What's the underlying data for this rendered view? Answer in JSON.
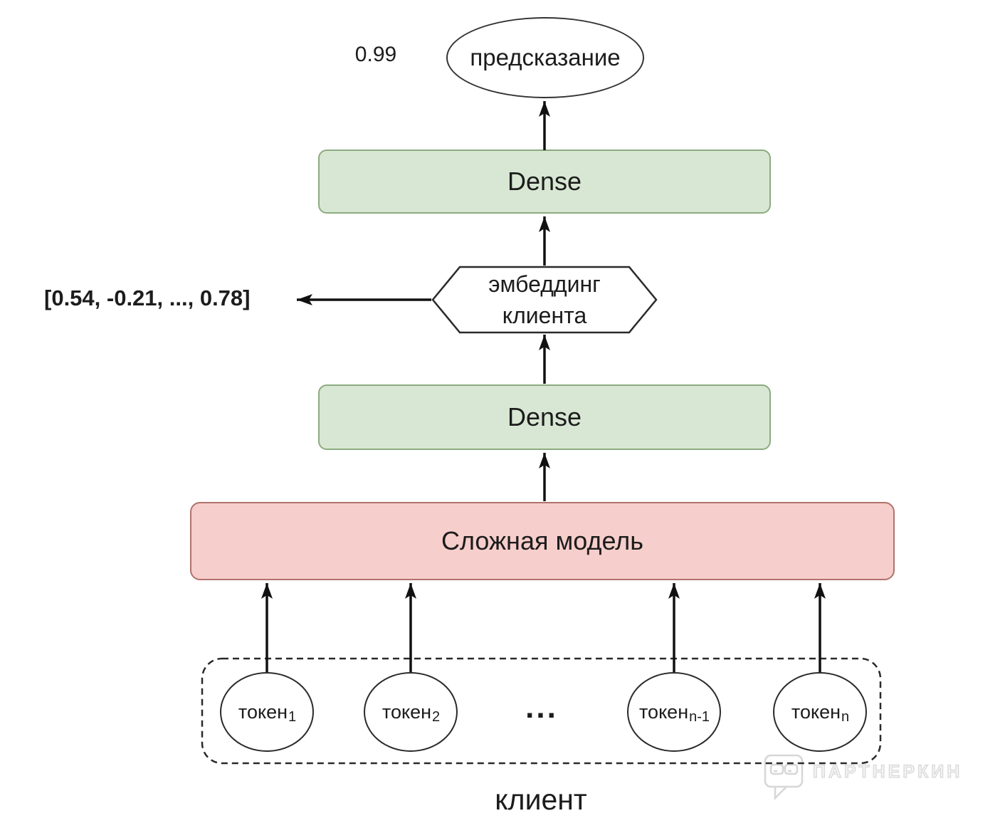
{
  "diagram": {
    "prediction": {
      "score": "0.99",
      "label": "предсказание"
    },
    "dense_top": {
      "label": "Dense"
    },
    "embedding": {
      "line1": "эмбеддинг",
      "line2": "клиента",
      "vector": "[0.54, -0.21, ..., 0.78]"
    },
    "dense_bottom": {
      "label": "Dense"
    },
    "model": {
      "label": "Сложная модель"
    },
    "tokens": {
      "items": [
        {
          "base": "токен",
          "sub": "1"
        },
        {
          "base": "токен",
          "sub": "2"
        },
        {
          "base": "токен",
          "sub": "n-1"
        },
        {
          "base": "токен",
          "sub": "n"
        }
      ],
      "ellipsis": "...",
      "group_label": "клиент"
    },
    "colors": {
      "dense_fill": "#d8e7d3",
      "dense_border": "#8cab80",
      "model_fill": "#f6cecb",
      "model_border": "#b1726c",
      "shape_outline": "#222222",
      "arrow": "#111111",
      "watermark": "#d7d7d7"
    },
    "watermark": {
      "icon": "speech-bubble-glasses-icon",
      "text": "ПАРТНЕРКИН"
    }
  }
}
